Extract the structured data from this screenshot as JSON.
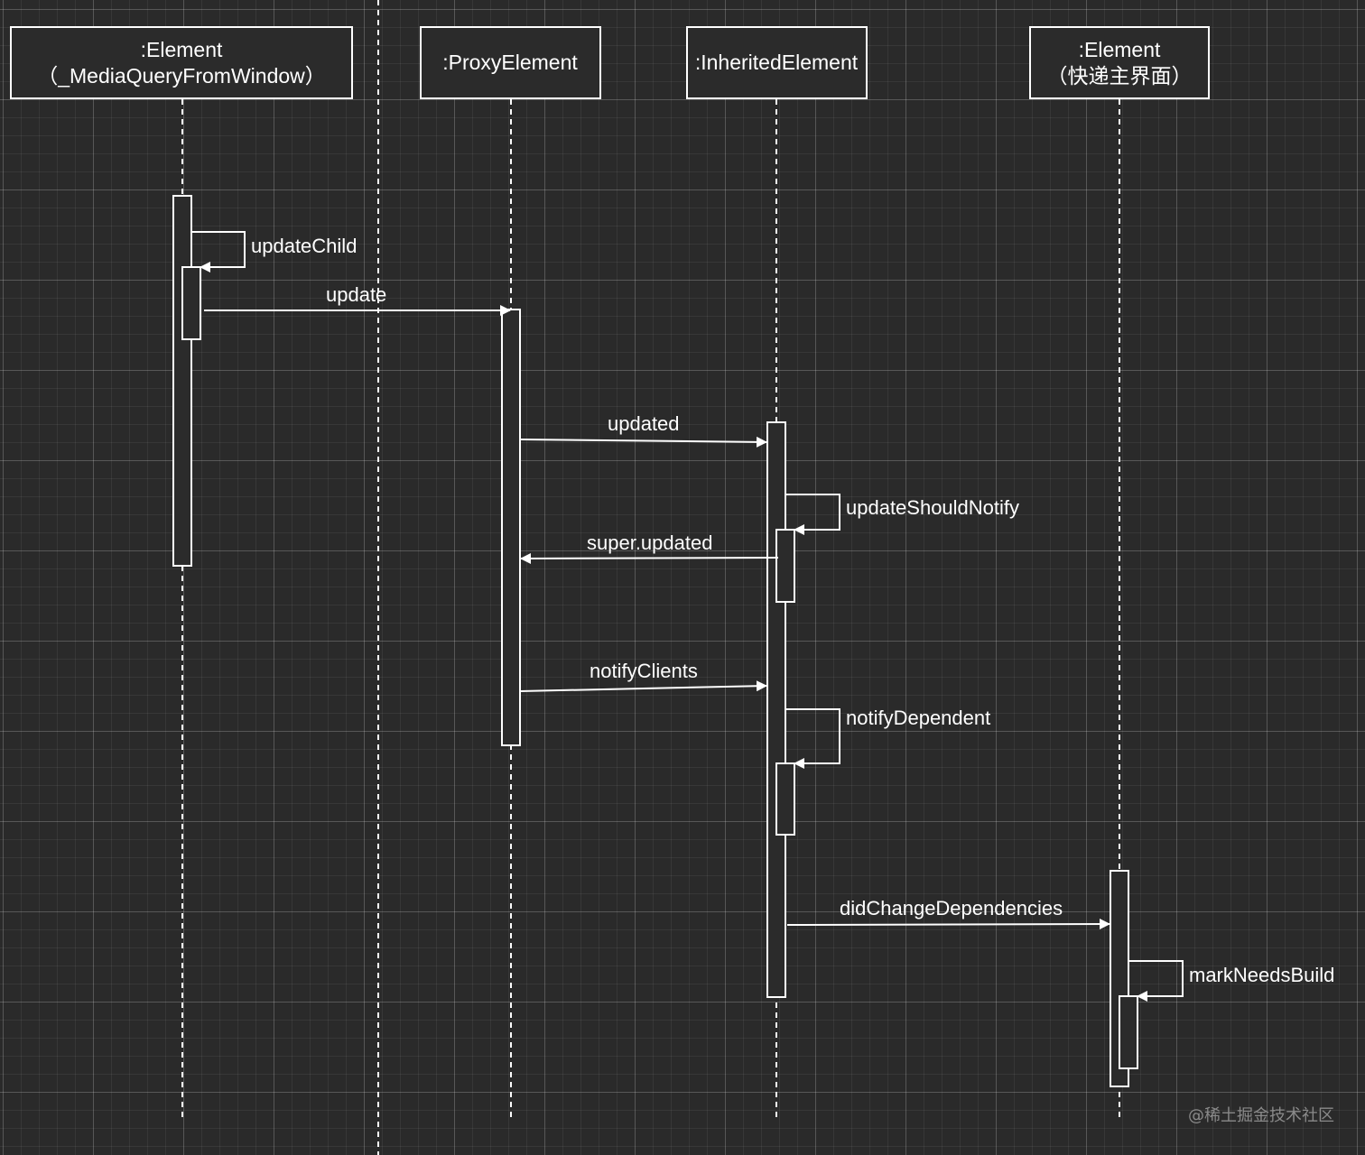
{
  "participants": [
    {
      "id": "p1",
      "line1": ":Element",
      "line2": "（_MediaQueryFromWindow）"
    },
    {
      "id": "p2",
      "line1": ":ProxyElement",
      "line2": ""
    },
    {
      "id": "p3",
      "line1": ":InheritedElement",
      "line2": ""
    },
    {
      "id": "p4",
      "line1": ":Element",
      "line2": "（快递主界面）"
    }
  ],
  "messages": [
    {
      "id": "m1",
      "label": "updateChild"
    },
    {
      "id": "m2",
      "label": "update"
    },
    {
      "id": "m3",
      "label": "updated"
    },
    {
      "id": "m4",
      "label": "updateShouldNotify"
    },
    {
      "id": "m5",
      "label": "super.updated"
    },
    {
      "id": "m6",
      "label": "notifyClients"
    },
    {
      "id": "m7",
      "label": "notifyDependent"
    },
    {
      "id": "m8",
      "label": "didChangeDependencies"
    },
    {
      "id": "m9",
      "label": "markNeedsBuild"
    }
  ],
  "watermark": "@稀土掘金技术社区",
  "colors": {
    "background": "#2a2a2a",
    "stroke": "#ffffff",
    "watermark": "#8a8a8a"
  }
}
